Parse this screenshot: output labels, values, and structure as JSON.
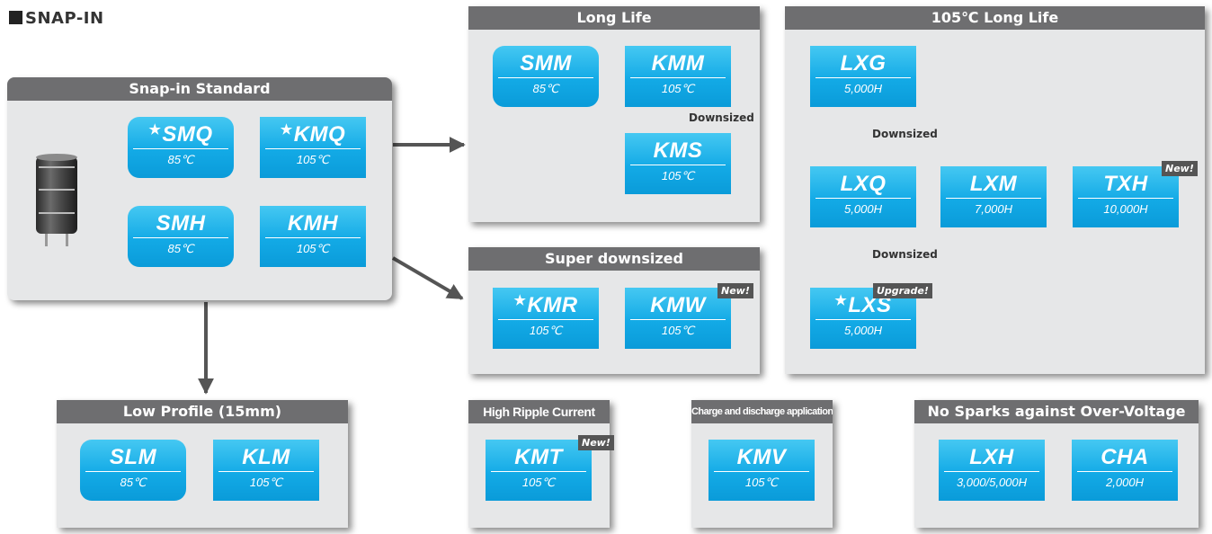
{
  "title": "SNAP-IN",
  "groups": {
    "standard": {
      "header": "Snap-in Standard"
    },
    "longlife": {
      "header": "Long Life"
    },
    "superdown": {
      "header": "Super downsized"
    },
    "lowprofile": {
      "header": "Low Profile (15mm)"
    },
    "ripple": {
      "header": "High Ripple Current"
    },
    "charge": {
      "header": "Charge and discharge application"
    },
    "nosparks": {
      "header": "No Sparks against Over-Voltage"
    },
    "ll105": {
      "header": "105℃ Long Life"
    }
  },
  "series": {
    "smq": {
      "name": "SMQ",
      "spec": "85℃",
      "star": "★"
    },
    "kmq": {
      "name": "KMQ",
      "spec": "105℃",
      "star": "★"
    },
    "smh": {
      "name": "SMH",
      "spec": "85℃"
    },
    "kmh": {
      "name": "KMH",
      "spec": "105℃"
    },
    "smm": {
      "name": "SMM",
      "spec": "85℃"
    },
    "kmm": {
      "name": "KMM",
      "spec": "105℃"
    },
    "kms": {
      "name": "KMS",
      "spec": "105℃"
    },
    "kmr": {
      "name": "KMR",
      "spec": "105℃",
      "star": "★"
    },
    "kmw": {
      "name": "KMW",
      "spec": "105℃",
      "badge": "New!"
    },
    "slm": {
      "name": "SLM",
      "spec": "85℃"
    },
    "klm": {
      "name": "KLM",
      "spec": "105℃"
    },
    "kmt": {
      "name": "KMT",
      "spec": "105℃",
      "badge": "New!"
    },
    "kmv": {
      "name": "KMV",
      "spec": "105℃"
    },
    "lxh": {
      "name": "LXH",
      "spec": "3,000/5,000H"
    },
    "cha": {
      "name": "CHA",
      "spec": "2,000H"
    },
    "lxg": {
      "name": "LXG",
      "spec": "5,000H"
    },
    "lxq": {
      "name": "LXQ",
      "spec": "5,000H"
    },
    "lxm": {
      "name": "LXM",
      "spec": "7,000H"
    },
    "txh": {
      "name": "TXH",
      "spec": "10,000H",
      "badge": "New!"
    },
    "lxs": {
      "name": "LXS",
      "spec": "5,000H",
      "star": "★",
      "badge": "Upgrade!"
    }
  },
  "labels": {
    "downsized": "Downsized"
  },
  "colors": {
    "box": "#13aae6",
    "header": "#6e6e70",
    "panel": "#e6e7e8",
    "arrow": "#555555"
  }
}
